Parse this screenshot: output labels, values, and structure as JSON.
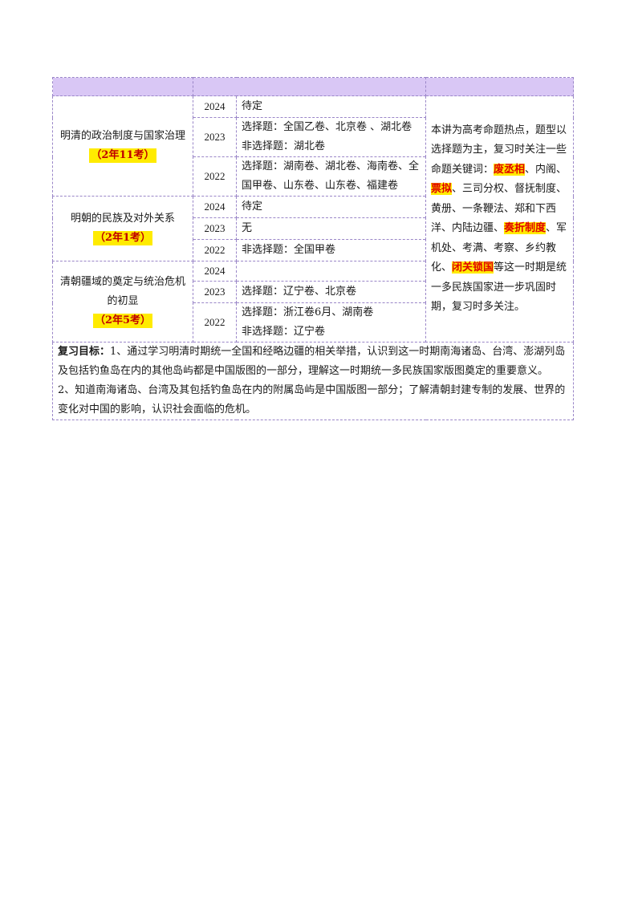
{
  "topics": [
    {
      "name": "明清的政治制度与国家治理",
      "count": "（2年11考）",
      "rows": [
        {
          "year": "2024",
          "lines": [
            "待定"
          ]
        },
        {
          "year": "2023",
          "lines": [
            "选择题：全国乙卷、北京卷 、湖北卷",
            "非选择题：湖北卷"
          ]
        },
        {
          "year": "2022",
          "lines": [
            "选择题：湖南卷、湖北卷、海南卷、全国甲卷、山东卷、山东卷、福建卷"
          ]
        }
      ]
    },
    {
      "name": "明朝的民族及对外关系",
      "count": "（2年1考）",
      "rows": [
        {
          "year": "2024",
          "lines": [
            "待定"
          ]
        },
        {
          "year": "2023",
          "lines": [
            "无"
          ]
        },
        {
          "year": "2022",
          "lines": [
            "非选择题：全国甲卷"
          ]
        }
      ]
    },
    {
      "name": "清朝疆域的奠定与统治危机的初显",
      "count": "（2年5考）",
      "rows": [
        {
          "year": "2024",
          "lines": [
            ""
          ]
        },
        {
          "year": "2023",
          "lines": [
            "选择题：辽宁卷、北京卷"
          ]
        },
        {
          "year": "2022",
          "lines": [
            "选择题：浙江卷6月、湖南卷",
            "非选择题：辽宁卷"
          ]
        }
      ]
    }
  ],
  "note": {
    "intro": "本讲为高考命题热点，题型以选择题为主，复习时关注一些命题关键词：",
    "kw1": "废丞相",
    "t1": "、内阁、",
    "kw2": "票拟",
    "t2": "、三司分权、督抚制度、黄册、一条鞭法、郑和下西洋、内陆边疆、",
    "kw3": "奏折制度",
    "t3": "、军机处、考满、考察、乡约教化、",
    "kw4": "闭关锁国",
    "t4": "等这一时期是统一多民族国家进一步巩固时期，复习时多关注。"
  },
  "goal": {
    "label": "复习目标：",
    "p1": "1、通过学习明清时期统一全国和经略边疆的相关举措，认识到这一时期南海诸岛、台湾、澎湖列岛及包括钓鱼岛在内的其他岛屿都是中国版图的一部分，理解这一时期统一多民族国家版图奠定的重要意义。",
    "p2": "2、知道南海诸岛、台湾及其包括钓鱼岛在内的附属岛屿是中国版图一部分；了解清朝封建专制的发展、世界的变化对中国的影响，认识社会面临的危机。"
  }
}
